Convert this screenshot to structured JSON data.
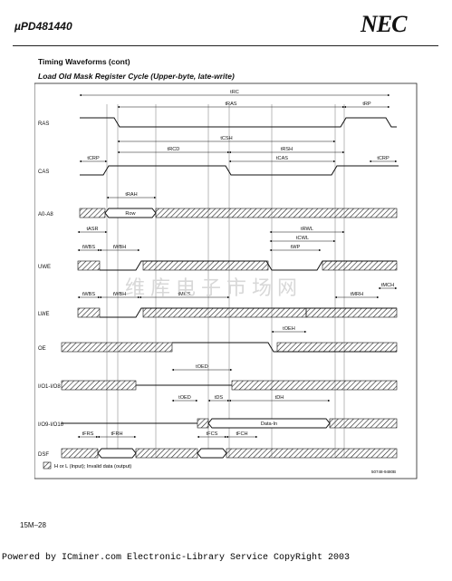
{
  "header": {
    "part_number": "µPD481440",
    "logo": "NEC"
  },
  "section_title": "Timing Waveforms (cont)",
  "diagram_title": "Load Old Mask Register Cycle (Upper-byte, late-write)",
  "signals": [
    "RAS",
    "CAS",
    "A0-A8",
    "UWE",
    "LWE",
    "OE",
    "I/O1-I/O8",
    "I/O9-I/O16",
    "DSF"
  ],
  "timing_params": [
    "tRC",
    "tRAS",
    "tRP",
    "tCSH",
    "tRCD",
    "tRSH",
    "tCAS",
    "tCRP",
    "tCRP",
    "tRAH",
    "tASR",
    "tRWL",
    "tCWL",
    "tWP",
    "tWBS",
    "tWBH",
    "tWBS",
    "tWBH",
    "tMCS",
    "tMRH",
    "tMCH",
    "tOEH",
    "tOED",
    "tOED",
    "tDS",
    "tDH",
    "tFRS",
    "tFRH",
    "tFCS",
    "tFCH"
  ],
  "bus_labels": {
    "row": "Row",
    "data_in": "Data-In"
  },
  "legend": "H or L (Input); Invalid data (output)",
  "figure_code": "50748-9480B",
  "watermark": "维库电子市场网",
  "page_number": "15M–28",
  "footer": "Powered by ICminer.com Electronic-Library Service CopyRight 2003"
}
